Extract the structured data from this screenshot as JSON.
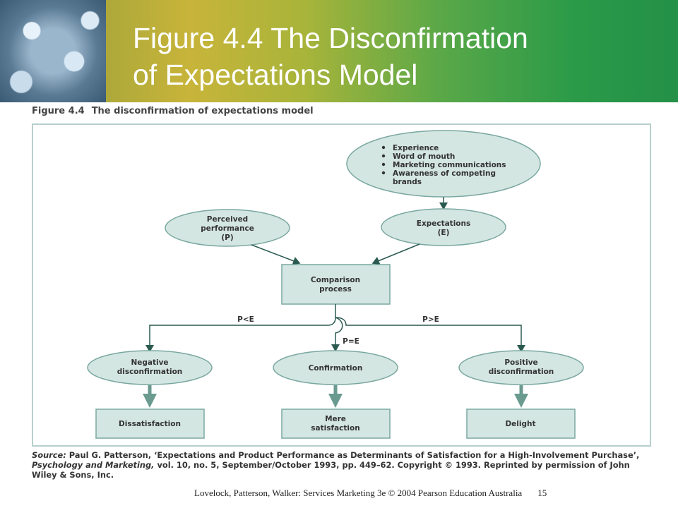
{
  "slide": {
    "title_line1": "Figure 4.4 The Disconfirmation",
    "title_line2": "of Expectations Model"
  },
  "figure": {
    "caption_number": "Figure 4.4",
    "caption_text": "The disconfirmation of expectations model",
    "influences": [
      "Experience",
      "Word of mouth",
      "Marketing communications",
      "Awareness of competing",
      "brands"
    ],
    "perceived_performance": [
      "Perceived",
      "performance",
      "(P)"
    ],
    "expectations": [
      "Expectations",
      "(E)"
    ],
    "comparison": [
      "Comparison",
      "process"
    ],
    "branch_left": "P<E",
    "branch_mid": "P=E",
    "branch_right": "P>E",
    "negative": [
      "Negative",
      "disconfirmation"
    ],
    "confirmation": "Confirmation",
    "positive": [
      "Positive",
      "disconfirmation"
    ],
    "dissatisfaction": "Dissatisfaction",
    "mere_satisfaction": [
      "Mere",
      "satisfaction"
    ],
    "delight": "Delight"
  },
  "source": {
    "label": "Source:",
    "text1": "Paul G. Patterson, ‘Expectations and Product Performance as Determinants of Satisfaction for a High-Involvement Purchase’,",
    "journal": "Psychology and Marketing,",
    "text2": "vol. 10, no. 5, September/October 1993, pp. 449–62. Copyright © 1993. Reprinted by permission of John Wiley & Sons, Inc."
  },
  "footer": {
    "credit": "Lovelock, Patterson, Walker: Services Marketing 3e © 2004 Pearson Education Australia",
    "page": "15"
  },
  "colors": {
    "shape_fill": "#d4e6e2",
    "shape_stroke": "#7aa8a0",
    "connector": "#2a5a50"
  }
}
